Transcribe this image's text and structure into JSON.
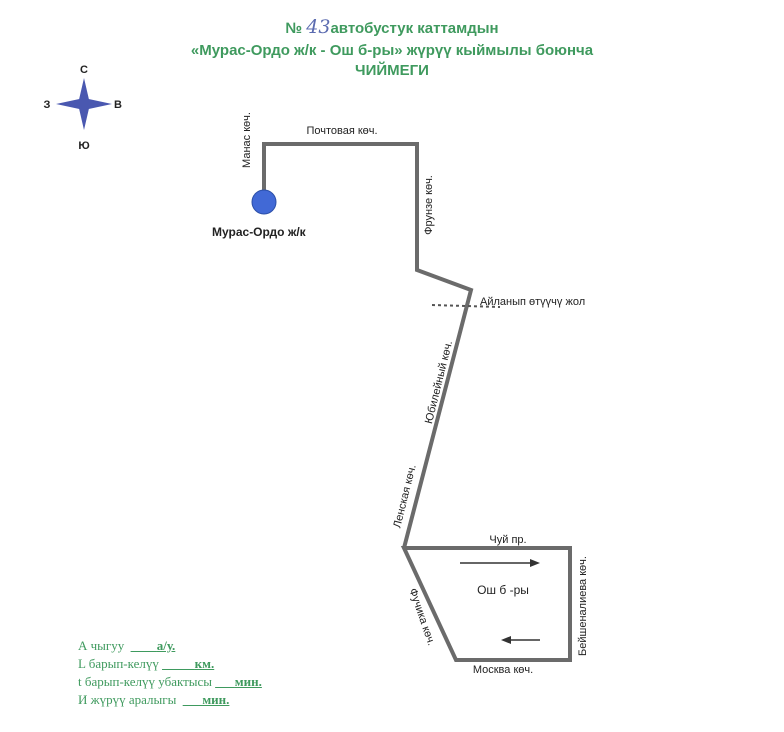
{
  "title": {
    "number_prefix": "№",
    "route_number": "43",
    "line1": "автобустук каттамдын",
    "line2": "«Мурас-Ордо ж/к  - Ош б-ры» жүрүү кыймылы боюнча",
    "line3": "ЧИЙМЕГИ"
  },
  "compass": {
    "north": "С",
    "south": "Ю",
    "west": "З",
    "east": "В"
  },
  "streets": {
    "manas": "Манас  көч.",
    "pochtovaya": "Почтовая  көч.",
    "frunze": "Фрунзе  көч.",
    "bypass": "Айланып өтүүчү жол",
    "yubileynaya": "Юбилейный көч.",
    "lenskaya": "Ленская  көч.",
    "chuy": "Чуй пр.",
    "beyshenalieva": "Бейшеналиева көч.",
    "fuchika": "Фучика көч.",
    "moskva": "Москва  көч."
  },
  "places": {
    "start": "Мурас-Ордо ж/к",
    "end_area": "Ош б -ры"
  },
  "legend": {
    "a_label": "А чыгуу",
    "a_blank": "____",
    "a_unit": "а/у.",
    "l_label": "L барып-келүү",
    "l_blank": "_____",
    "l_unit": "км.",
    "t_label": "t барып-келүү убактысы",
    "t_blank": "___",
    "t_unit": "мин.",
    "i_label": "И жүрүү аралыгы",
    "i_blank": "___",
    "i_unit": "мин."
  },
  "colors": {
    "title": "#3f9a5e",
    "route": "#6b6b6b",
    "stop": "#4169d6",
    "compass": "#4a58b0"
  }
}
